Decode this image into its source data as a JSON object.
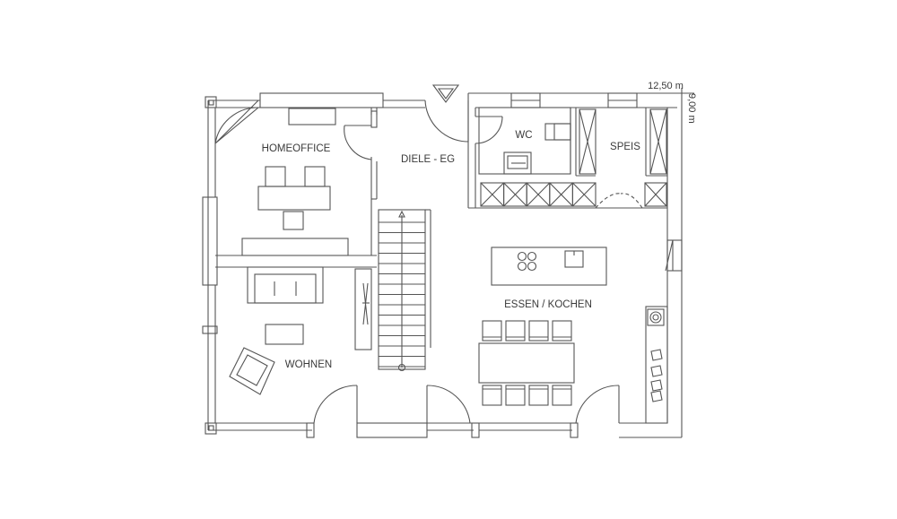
{
  "plan": {
    "rooms": {
      "homeoffice": "HOMEOFFICE",
      "diele": "DIELE - EG",
      "wc": "WC",
      "speis": "SPEIS",
      "essen_kochen": "ESSEN / KOCHEN",
      "wohnen": "WOHNEN"
    },
    "dimensions": {
      "width": "12,50 m",
      "depth": "9,00 m"
    },
    "colors": {
      "line": "#555555",
      "background": "#ffffff"
    }
  }
}
